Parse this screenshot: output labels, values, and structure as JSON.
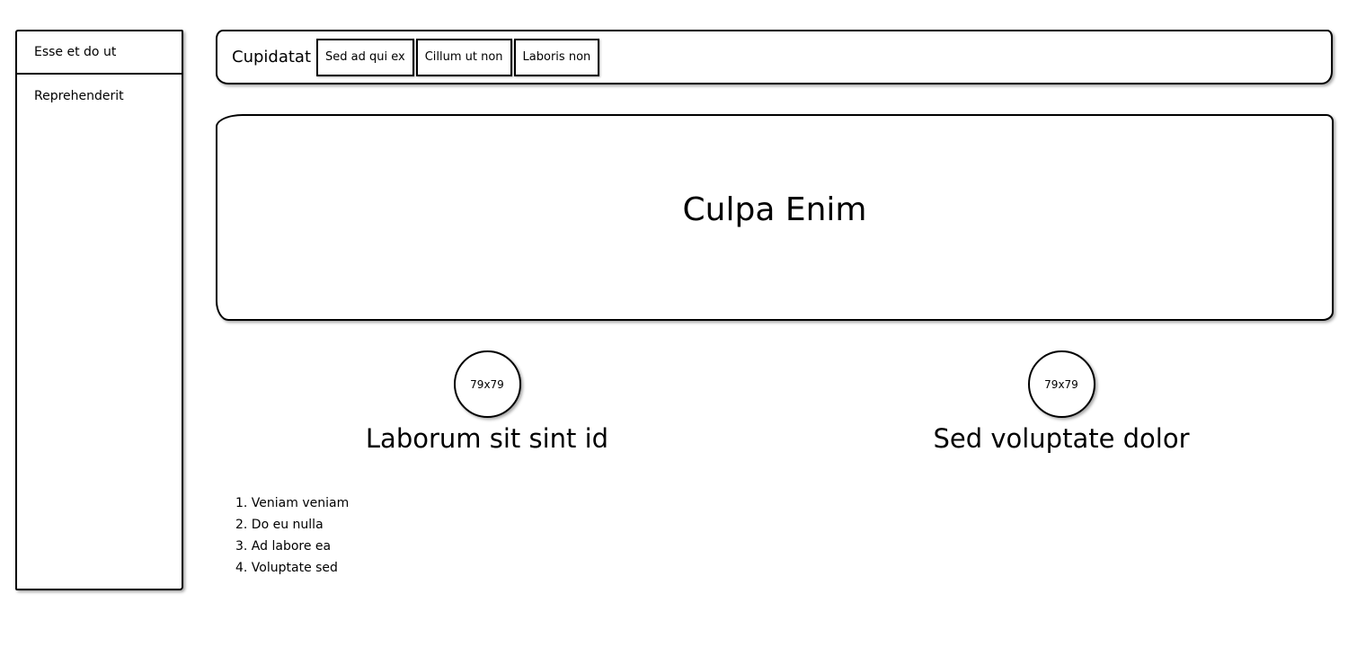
{
  "sidebar": {
    "items": [
      {
        "label": "Esse et do ut"
      },
      {
        "label": "Reprehenderit"
      }
    ]
  },
  "topbar": {
    "brand": "Cupidatat",
    "tabs": [
      {
        "label": "Sed ad qui ex"
      },
      {
        "label": "Cillum ut non"
      },
      {
        "label": "Laboris non"
      }
    ]
  },
  "hero": {
    "title": "Culpa Enim"
  },
  "features": [
    {
      "avatar_text": "79x79",
      "title": "Laborum sit sint id"
    },
    {
      "avatar_text": "79x79",
      "title": "Sed voluptate dolor"
    }
  ],
  "list": {
    "items": [
      "1. Veniam veniam",
      "2. Do eu nulla",
      "3. Ad labore ea",
      "4. Voluptate sed"
    ]
  }
}
